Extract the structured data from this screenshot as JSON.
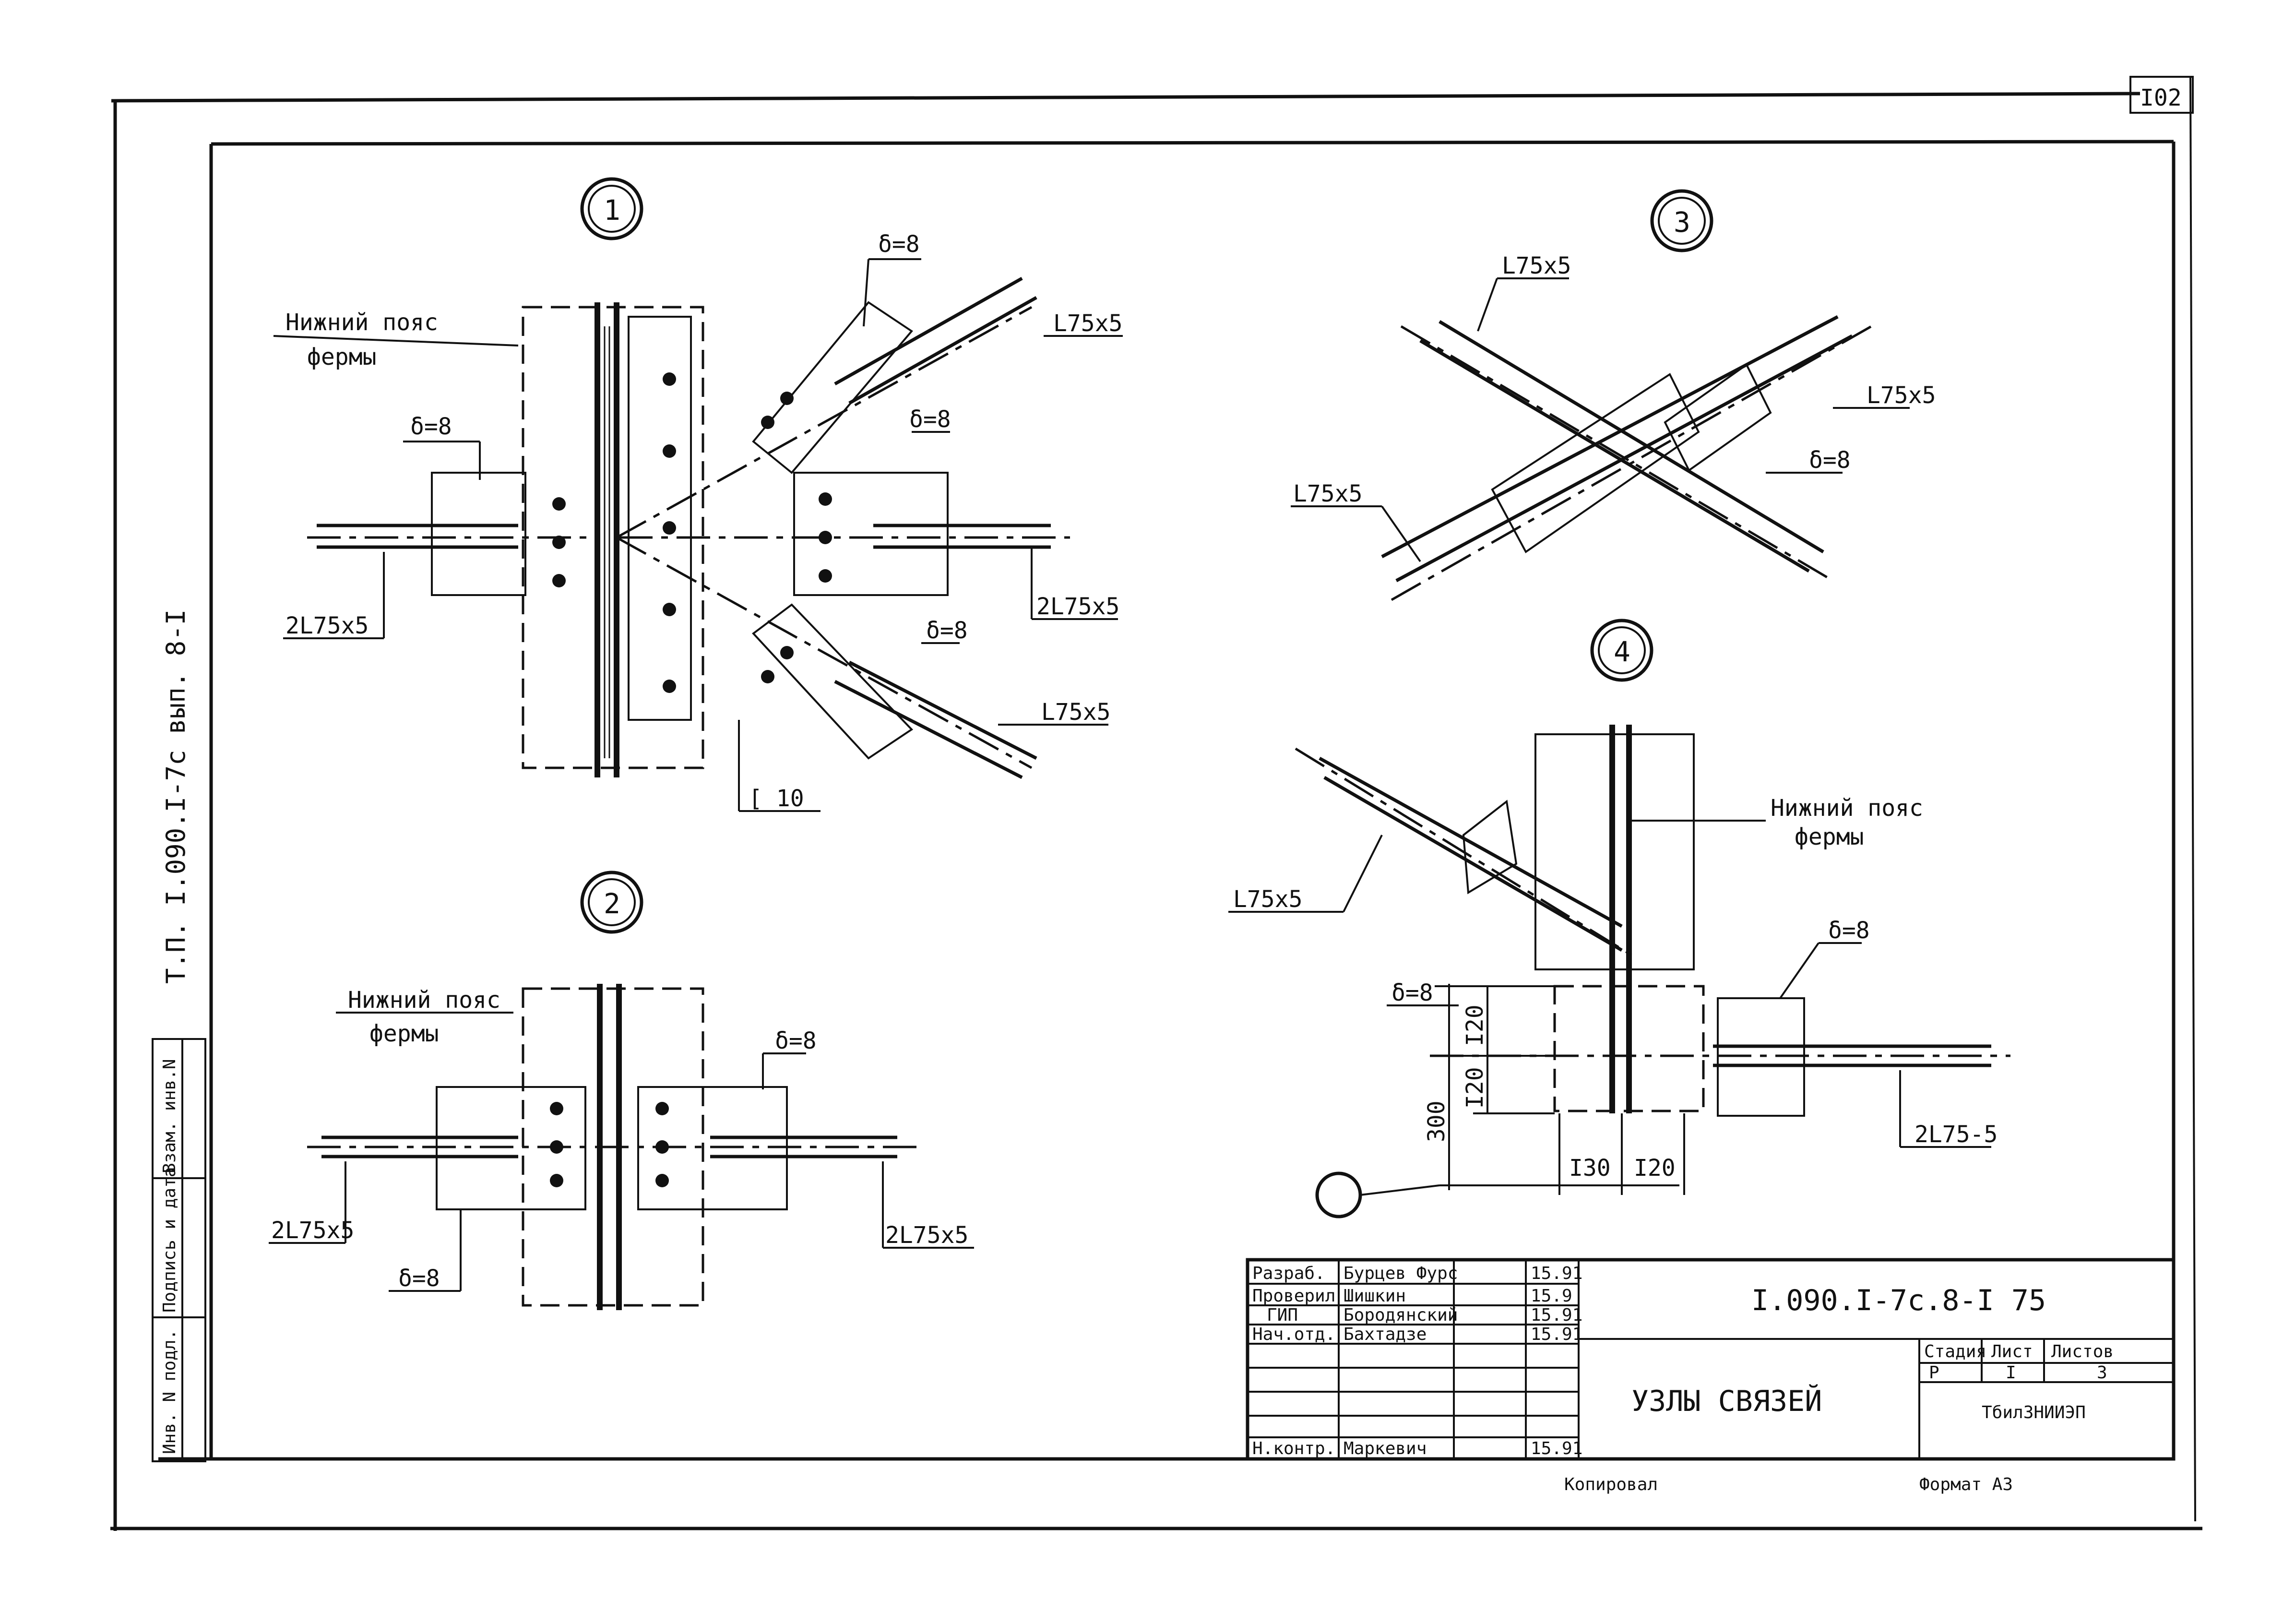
{
  "sheet": {
    "number": "I02",
    "side_code": "Т.П. I.090.I-7с вып. 8-I",
    "side_fields": [
      "Инв. N подл.",
      "Подпись и дата",
      "Взам. инв.N"
    ]
  },
  "nodes": [
    {
      "id": "1",
      "labels": {
        "chord": "Нижний пояс\nфермы",
        "plate_a": "δ=8",
        "plate_b": "δ=8",
        "plate_c": "δ=8",
        "plate_d": "δ=8",
        "angle_a": "L75x5",
        "angle_b": "2L75x5",
        "angle_c": "2L75x5",
        "angle_d": "L75x5",
        "channel": "[ 10"
      }
    },
    {
      "id": "2",
      "labels": {
        "chord": "Нижний пояс\nфермы",
        "plate_a": "δ=8",
        "plate_b": "δ=8",
        "angle_a": "2L75x5",
        "angle_b": "2L75x5"
      }
    },
    {
      "id": "3",
      "labels": {
        "angle_a": "L75x5",
        "angle_b": "L75x5",
        "angle_c": "L75x5",
        "plate": "δ=8"
      }
    },
    {
      "id": "4",
      "labels": {
        "chord": "Нижний пояс\nфермы",
        "angle_a": "L75x5",
        "plate_a": "δ=8",
        "plate_b": "δ=8",
        "angle_b": "2L75-5",
        "dim_a": "I20",
        "dim_b": "I20",
        "dim_c": "300",
        "dim_d": "I30",
        "dim_e": "I20"
      }
    }
  ],
  "title_block": {
    "rows": [
      {
        "role": "Разраб.",
        "name": "Бурцев Фурс"
      },
      {
        "role": "Проверил",
        "name": "Шишкин"
      },
      {
        "role": "ГИП",
        "name": "Бородянский"
      },
      {
        "role": "Нач.отд.",
        "name": "Бахтадзе"
      },
      {
        "role": "Н.контр.",
        "name": "Маркевич"
      }
    ],
    "dates": [
      "15.91",
      "15.9",
      "15.91",
      "15.91",
      "15.91"
    ],
    "designation": "I.090.I-7с.8-I 75",
    "title": "УЗЛЫ СВЯЗЕЙ",
    "stage_header": "Стадия",
    "sheet_header": "Лист",
    "sheets_header": "Листов",
    "stage": "Р",
    "sheet": "I",
    "sheets": "3",
    "organization": "ТбилЗНИИЭП",
    "copied": "Копировал",
    "format": "Формат А3"
  }
}
